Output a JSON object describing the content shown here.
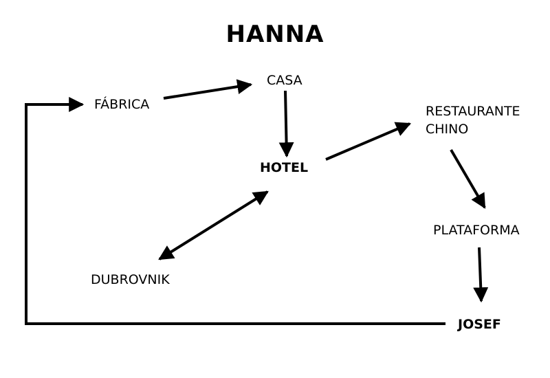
{
  "title": "HANNA",
  "nodes": {
    "fabrica": "FÁBRICA",
    "casa": "CASA",
    "hotel": "HOTEL",
    "restaurante_line1": "RESTAURANTE",
    "restaurante_line2": "CHINO",
    "plataforma": "PLATAFORMA",
    "dubrovnik": "DUBROVNIK",
    "josef": "JOSEF"
  },
  "edges": [
    {
      "from": "FÁBRICA",
      "to": "CASA",
      "direction": "forward"
    },
    {
      "from": "CASA",
      "to": "HOTEL",
      "direction": "forward"
    },
    {
      "from": "HOTEL",
      "to": "RESTAURANTE CHINO",
      "direction": "forward"
    },
    {
      "from": "HOTEL",
      "to": "DUBROVNIK",
      "direction": "both"
    },
    {
      "from": "RESTAURANTE CHINO",
      "to": "PLATAFORMA",
      "direction": "forward"
    },
    {
      "from": "PLATAFORMA",
      "to": "JOSEF",
      "direction": "forward"
    },
    {
      "from": "JOSEF",
      "to": "FÁBRICA",
      "direction": "forward"
    }
  ],
  "colors": {
    "line": "#000000",
    "text": "#000000",
    "background": "#ffffff"
  }
}
